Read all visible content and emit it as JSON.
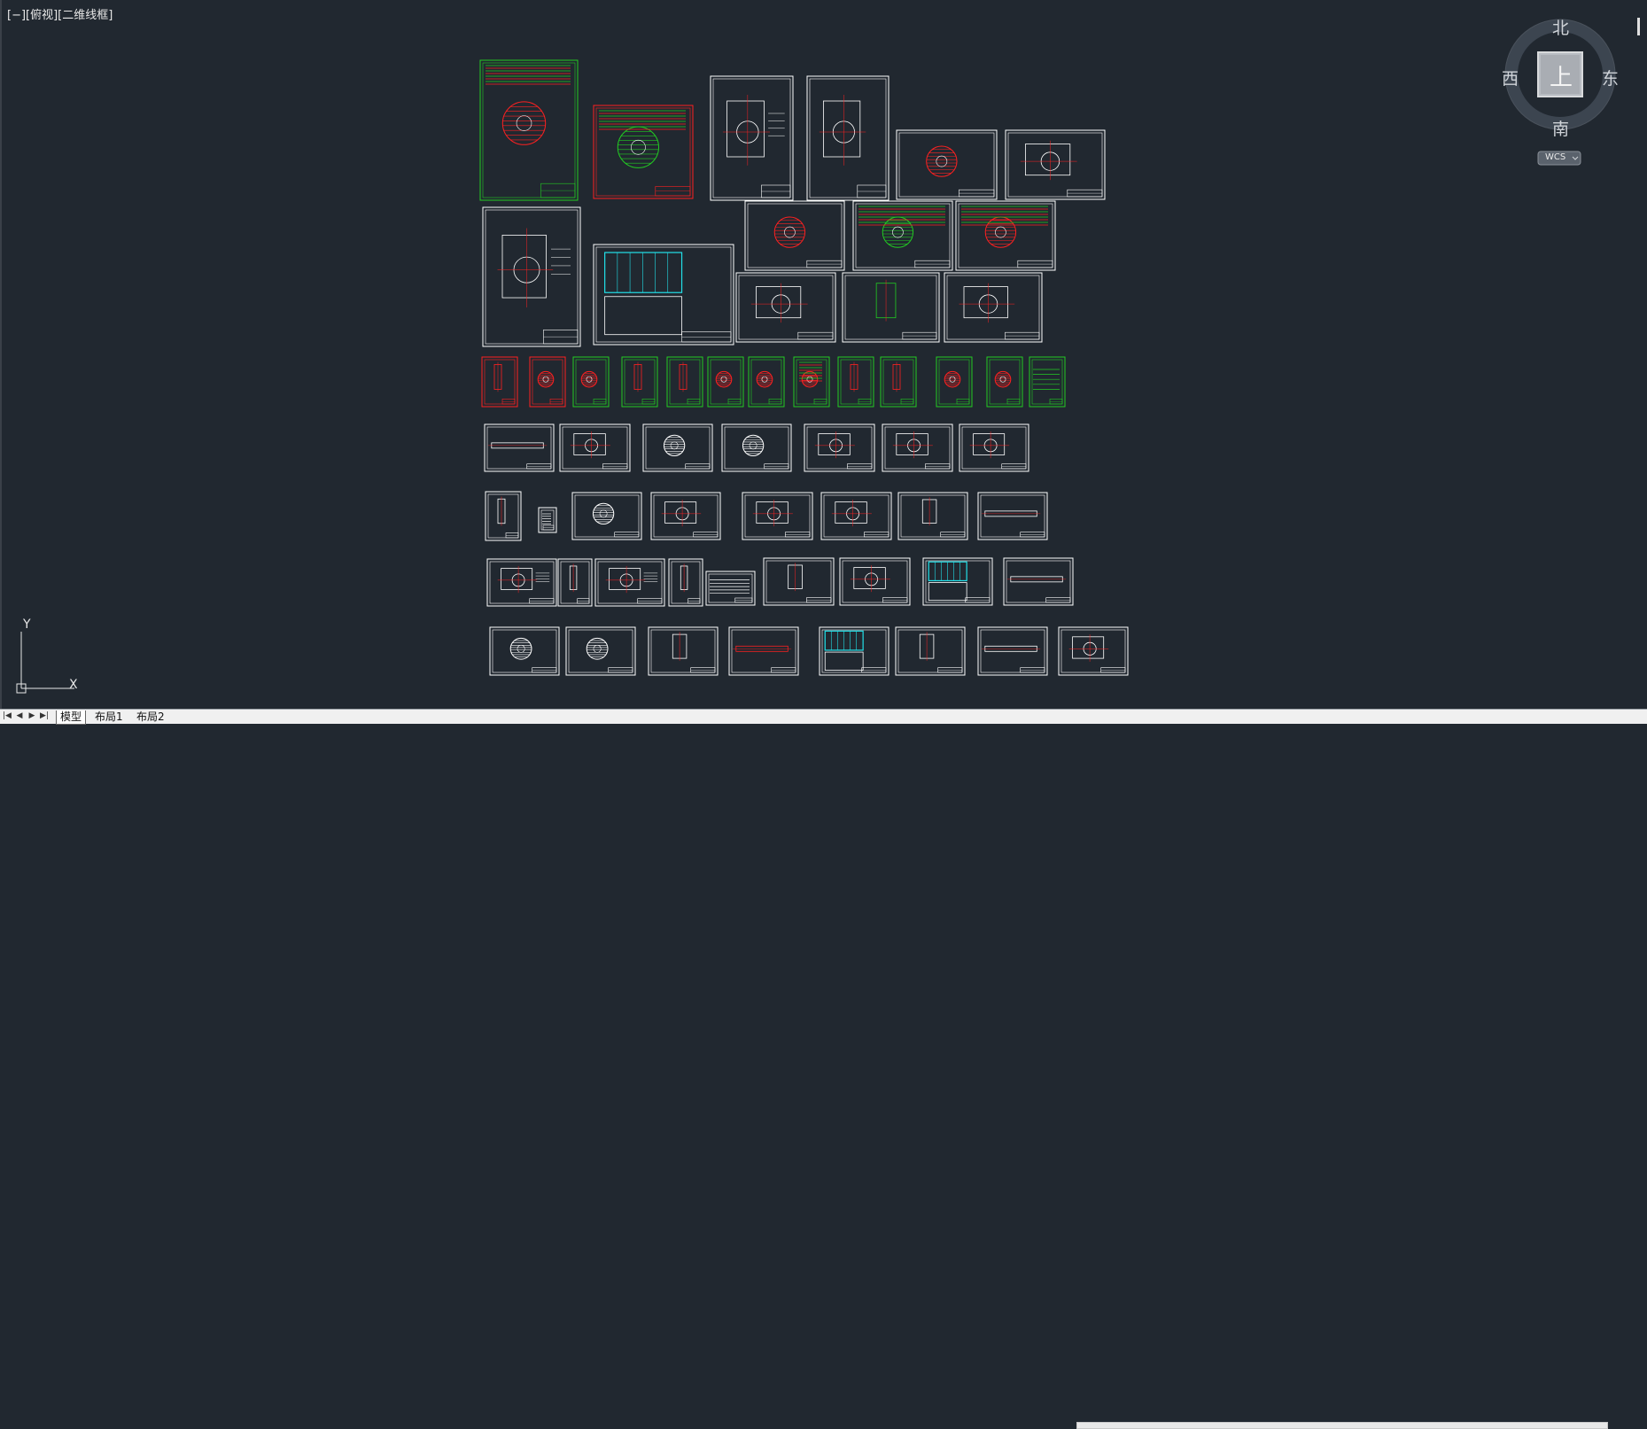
{
  "viewport": {
    "label": "[−][俯视][二维线框]",
    "background": "#212830"
  },
  "viewcube": {
    "north": "北",
    "south": "南",
    "east": "东",
    "west": "西",
    "face": "上",
    "wcs": "WCS"
  },
  "ucs": {
    "x_label": "X",
    "y_label": "Y"
  },
  "tabs": {
    "nav": [
      "first-icon",
      "prev-icon",
      "next-icon",
      "last-icon"
    ],
    "items": [
      {
        "label": "模型",
        "active": true
      },
      {
        "label": "布局1",
        "active": false
      },
      {
        "label": "布局2",
        "active": false
      }
    ]
  },
  "colors": {
    "white": "#ffffff",
    "green": "#22cc22",
    "red": "#ff2020",
    "cyan": "#22e0e8"
  }
}
